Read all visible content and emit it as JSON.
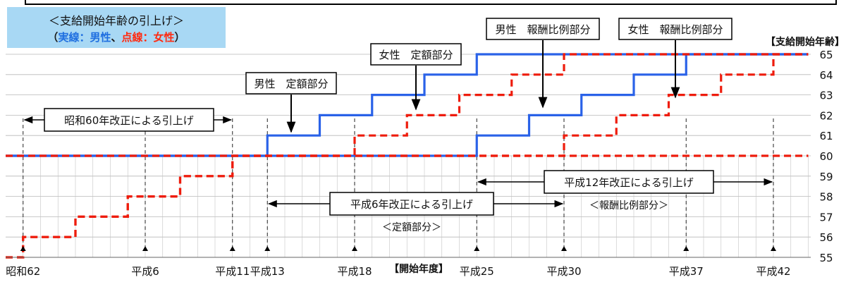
{
  "legend": {
    "title": "＜支給開始年齢の引上げ＞",
    "open_paren": "（",
    "solid": "実線",
    "colon1": "：",
    "male": "男性",
    "separator": "、",
    "dotted": "点線",
    "colon2": "：",
    "female": "女性",
    "close_paren": "）"
  },
  "chart_data": {
    "type": "line",
    "title": "",
    "xlabel": "【開始年度】",
    "ylabel": "【支給開始年齢】",
    "ylim": [
      55,
      65
    ],
    "yticks": [
      55,
      56,
      57,
      58,
      59,
      60,
      61,
      62,
      63,
      64,
      65
    ],
    "x_ticks": [
      {
        "label": "昭和62",
        "year": 1987
      },
      {
        "label": "平成6",
        "year": 1994
      },
      {
        "label": "平成11",
        "year": 1999
      },
      {
        "label": "平成13",
        "year": 2001
      },
      {
        "label": "平成18",
        "year": 2006
      },
      {
        "label": "平成25",
        "year": 2013
      },
      {
        "label": "平成30",
        "year": 2018
      },
      {
        "label": "平成37",
        "year": 2025
      },
      {
        "label": "平成42",
        "year": 2030
      }
    ],
    "colors": {
      "male": "#2a62e8",
      "female": "#ee1c0c"
    },
    "series": [
      {
        "group": "male",
        "style": "solid",
        "start_year": 1986,
        "end_year": 2032,
        "steps": [
          [
            1986,
            60
          ],
          [
            2001,
            61
          ],
          [
            2004,
            62
          ],
          [
            2007,
            63
          ],
          [
            2010,
            64
          ],
          [
            2013,
            65
          ]
        ]
      },
      {
        "group": "male",
        "style": "solid",
        "start_year": 1986,
        "end_year": 2032,
        "steps": [
          [
            1986,
            60
          ],
          [
            2013,
            61
          ],
          [
            2016,
            62
          ],
          [
            2019,
            63
          ],
          [
            2022,
            64
          ],
          [
            2025,
            65
          ]
        ]
      },
      {
        "group": "female",
        "style": "dotted",
        "start_year": 1986,
        "end_year": 2032,
        "steps": [
          [
            1986,
            55
          ],
          [
            1987,
            56
          ],
          [
            1990,
            57
          ],
          [
            1993,
            58
          ],
          [
            1996,
            59
          ],
          [
            1999,
            60
          ]
        ]
      },
      {
        "group": "female",
        "style": "dotted",
        "start_year": 1986,
        "end_year": 2032,
        "steps": [
          [
            1986,
            55
          ],
          [
            1987,
            56
          ],
          [
            1990,
            57
          ],
          [
            1993,
            58
          ],
          [
            1996,
            59
          ],
          [
            1999,
            60
          ],
          [
            2006,
            61
          ],
          [
            2009,
            62
          ],
          [
            2012,
            63
          ],
          [
            2015,
            64
          ],
          [
            2018,
            65
          ]
        ]
      },
      {
        "group": "female",
        "style": "dotted",
        "start_year": 1986,
        "end_year": 2032,
        "steps": [
          [
            1986,
            60
          ],
          [
            2018,
            61
          ],
          [
            2021,
            62
          ],
          [
            2024,
            63
          ],
          [
            2027,
            64
          ],
          [
            2030,
            65
          ]
        ]
      }
    ],
    "callouts": [
      {
        "text": "男性　定額部分",
        "points_to_year": 2001
      },
      {
        "text": "女性　定額部分",
        "points_to_year": 2009
      },
      {
        "text": "男性　報酬比例部分",
        "points_to_year": 2016
      },
      {
        "text": "女性　報酬比例部分",
        "points_to_year": 2024
      }
    ],
    "spans": [
      {
        "text": "昭和60年改正による引上げ",
        "from_year": 1987,
        "to_year": 1999,
        "sub": ""
      },
      {
        "text": "平成6年改正による引上げ",
        "from_year": 2001,
        "to_year": 2018,
        "sub": "＜定額部分＞"
      },
      {
        "text": "平成12年改正による引上げ",
        "from_year": 2013,
        "to_year": 2030,
        "sub": "＜報酬比例部分＞"
      }
    ]
  }
}
